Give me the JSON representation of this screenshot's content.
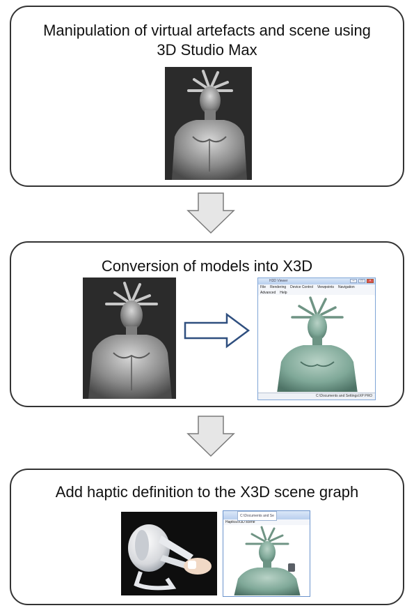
{
  "stages": [
    {
      "title_line1": "Manipulation of virtual artefacts and scene using",
      "title_line2": "3D Studio Max"
    },
    {
      "title": "Conversion of models into X3D"
    },
    {
      "title": "Add haptic definition to the X3D scene graph"
    }
  ],
  "x3d_viewer": {
    "window_title": "H3D Viewer",
    "menu": [
      "File",
      "Rendering",
      "Device Control",
      "Viewpoints",
      "Navigation",
      "Advanced",
      "Help"
    ],
    "status_path": "C:\\Documents and Settings\\XP PRO"
  },
  "browser_window": {
    "address": "C:\\Documents and Se",
    "tab": "Haptics/X3D scene"
  },
  "colors": {
    "stage_border": "#333333",
    "flow_arrow_fill": "#e6e6e6",
    "flow_arrow_stroke": "#7a7a7a",
    "conversion_arrow_stroke": "#2f4f7f",
    "statue_green": "#7fa898",
    "render_dark_bg": "#2a2a2a"
  },
  "icons": [
    "flow-down-arrow-icon",
    "conversion-right-arrow-icon"
  ]
}
